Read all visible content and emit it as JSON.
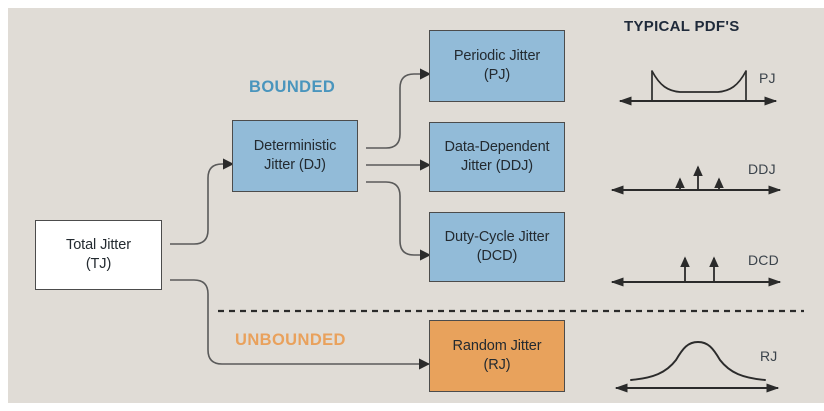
{
  "figure": {
    "background_color": "#e0dcd6",
    "title_right": "TYPICAL PDF'S"
  },
  "categories": {
    "bounded": {
      "label": "BOUNDED",
      "color": "#4a95bd"
    },
    "unbounded": {
      "label": "UNBOUNDED",
      "color": "#e9a15c"
    }
  },
  "nodes": {
    "tj": {
      "line1": "Total Jitter",
      "line2": "(TJ)",
      "fill": "#ffffff"
    },
    "dj": {
      "line1": "Deterministic",
      "line2": "Jitter (DJ)",
      "fill": "#92bbd8"
    },
    "pj": {
      "line1": "Periodic Jitter",
      "line2": "(PJ)",
      "fill": "#92bbd8"
    },
    "ddj": {
      "line1": "Data-Dependent",
      "line2": "Jitter (DDJ)",
      "fill": "#92bbd8"
    },
    "dcd": {
      "line1": "Duty-Cycle Jitter",
      "line2": "(DCD)",
      "fill": "#92bbd8"
    },
    "rj": {
      "line1": "Random Jitter",
      "line2": "(RJ)",
      "fill": "#e8a25c"
    }
  },
  "pdf_plots": [
    {
      "key": "pj",
      "label": "PJ",
      "shape": "bathtub-bounded"
    },
    {
      "key": "ddj",
      "label": "DDJ",
      "shape": "three-impulses"
    },
    {
      "key": "dcd",
      "label": "DCD",
      "shape": "two-impulses"
    },
    {
      "key": "rj",
      "label": "RJ",
      "shape": "gaussian"
    }
  ],
  "divider": {
    "style": "dashed",
    "color": "#2b2b2b"
  }
}
